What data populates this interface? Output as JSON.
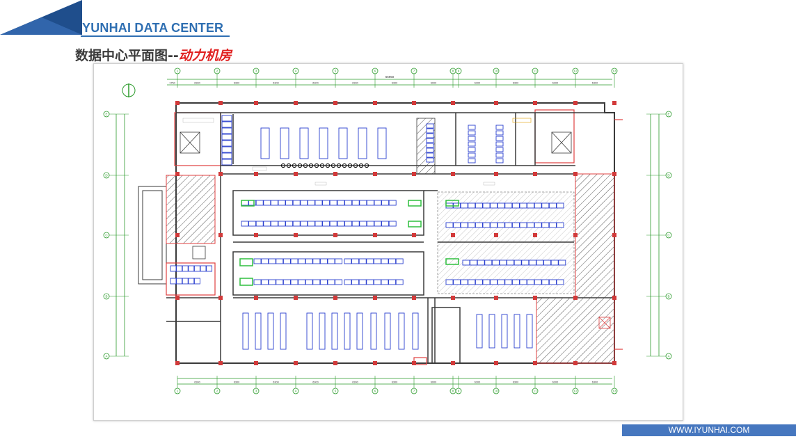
{
  "header": {
    "brand": "YUNHAI DATA CENTER",
    "title_main": "数据中心平面图--",
    "title_accent": "动力机房"
  },
  "footer": {
    "url": "WWW.IYUNHAI.COM"
  },
  "floor_plan": {
    "column_axes": [
      "1",
      "2",
      "3",
      "4",
      "5",
      "6",
      "7",
      "8",
      "9",
      "10",
      "11",
      "12",
      "13"
    ],
    "row_axes": [
      "A",
      "B",
      "C",
      "D",
      "E"
    ],
    "overall_dimension": "66950",
    "bay_dimensions": [
      "1750",
      "6300",
      "6300",
      "6300",
      "6300",
      "6300",
      "6300",
      "6000",
      "6300",
      "6300",
      "6300",
      "6300"
    ],
    "colors": {
      "wall": "#3a3a3a",
      "equipment": "#2a3fcf",
      "highlight": "#2fbf3f",
      "fire_wall": "#e04040",
      "dimension": "#2a9a2a",
      "hatch": "#555555",
      "note": "#e0a000"
    }
  }
}
